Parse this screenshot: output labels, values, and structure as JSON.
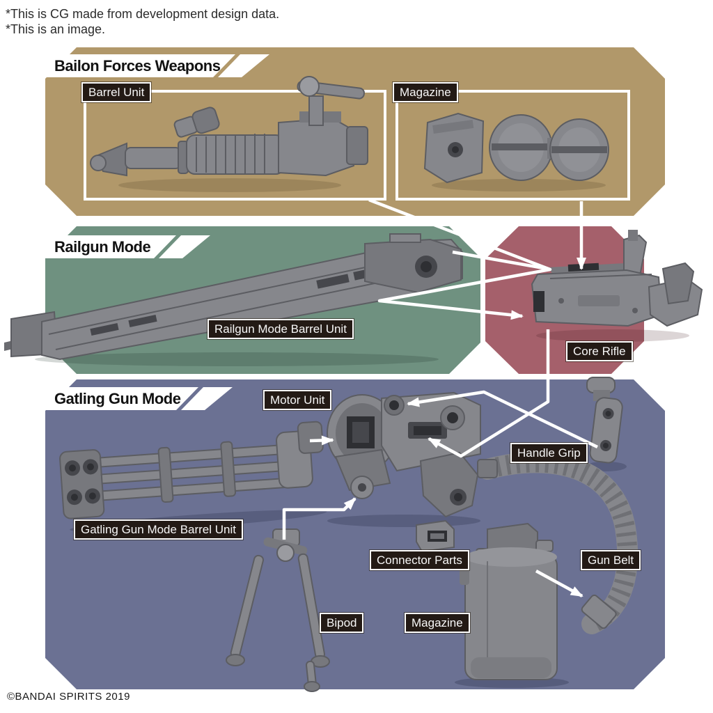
{
  "disclaimer": {
    "line1": "*This is CG made from development design data.",
    "line2": "*This is an image."
  },
  "copyright": "©BANDAI SPIRITS 2019",
  "colors": {
    "panel_tan": "#b1986a",
    "panel_green": "#6f9180",
    "panel_red": "#a5606b",
    "panel_blue": "#6b7193",
    "label_bg": "#231a15",
    "label_text": "#f7f7f7",
    "part_gray": "#86878c",
    "arrow": "#ffffff"
  },
  "sections": {
    "bailon": {
      "title": "Bailon Forces Weapons",
      "labels": {
        "barrel_unit": "Barrel Unit",
        "magazine": "Magazine"
      }
    },
    "railgun": {
      "title": "Railgun Mode",
      "labels": {
        "barrel_unit": "Railgun Mode Barrel Unit",
        "core_rifle": "Core Rifle"
      }
    },
    "gatling": {
      "title": "Gatling Gun Mode",
      "labels": {
        "motor_unit": "Motor Unit",
        "handle_grip": "Handle Grip",
        "barrel_unit": "Gatling Gun Mode Barrel Unit",
        "connector_parts": "Connector Parts",
        "gun_belt": "Gun Belt",
        "bipod": "Bipod",
        "magazine": "Magazine"
      }
    }
  }
}
